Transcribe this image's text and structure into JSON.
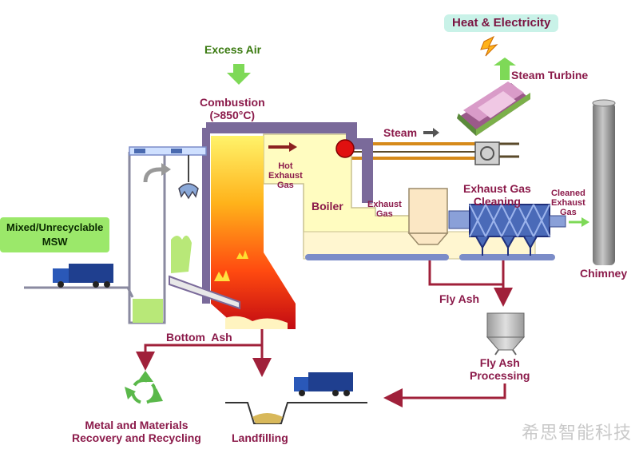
{
  "labels": {
    "heat_electricity": "Heat & Electricity",
    "steam_turbine": "Steam Turbine",
    "excess_air": "Excess Air",
    "combustion_line1": "Combustion",
    "combustion_line2": "(>850°C)",
    "steam": "Steam",
    "hot_exhaust_line1": "Hot",
    "hot_exhaust_line2": "Exhaust",
    "hot_exhaust_line3": "Gas",
    "boiler": "Boiler",
    "exhaust_gas_line1": "Exhaust",
    "exhaust_gas_line2": "Gas",
    "exhaust_cleaning_line1": "Exhaust Gas",
    "exhaust_cleaning_line2": "Cleaning",
    "cleaned_line1": "Cleaned",
    "cleaned_line2": "Exhaust",
    "cleaned_line3": "Gas",
    "chimney": "Chimney",
    "msw_line1": "Mixed/Unrecyclable",
    "msw_line2": "MSW",
    "fly_ash": "Fly Ash",
    "fly_ash_proc_line1": "Fly Ash",
    "fly_ash_proc_line2": "Processing",
    "bottom_ash": "Bottom  Ash",
    "metal_line1": "Metal and Materials",
    "metal_line2": "Recovery and Recycling",
    "landfilling": "Landfilling"
  },
  "watermark": "希思智能科技",
  "colors": {
    "flow_arrow": "#a0203a",
    "green_arrow": "#7ed957",
    "boiler_fill": "#fffcc0",
    "furnace_frame": "#7a6a9a",
    "steam_pipe": "#d68a1a",
    "truck": "#1f3f8f"
  }
}
